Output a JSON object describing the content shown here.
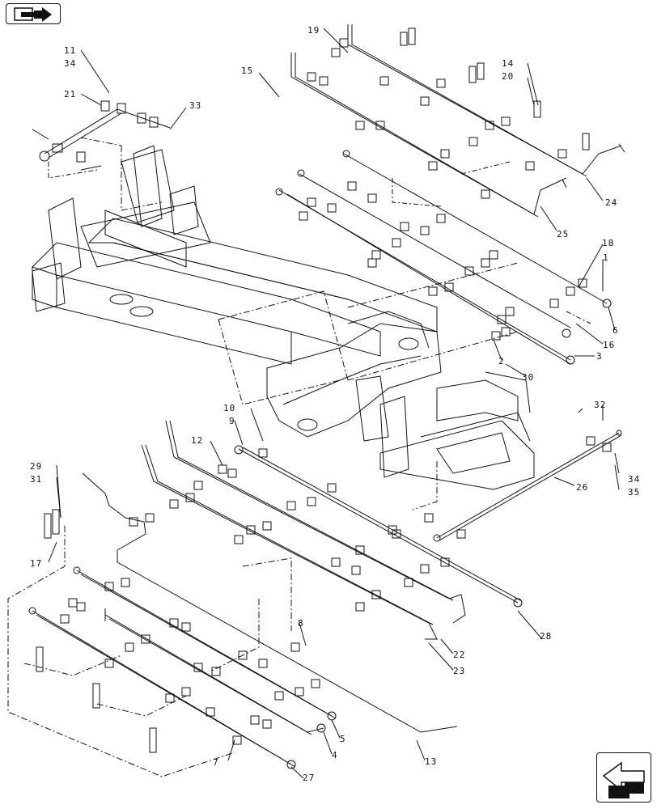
{
  "nav": {
    "back_icon": "arrow-into-box-icon",
    "next_icon": "arrow-out-of-box-icon"
  },
  "callouts": {
    "c1": "1",
    "c2": "2",
    "c3": "3",
    "c4": "4",
    "c5": "5",
    "c6": "6",
    "c7": "7",
    "c8": "8",
    "c9": "9",
    "c10": "10",
    "c11": "11",
    "c12": "12",
    "c13": "13",
    "c14": "14",
    "c15": "15",
    "c16": "16",
    "c17": "17",
    "c18": "18",
    "c19": "19",
    "c20": "20",
    "c21": "21",
    "c22": "22",
    "c23": "23",
    "c24": "24",
    "c25": "25",
    "c26": "26",
    "c27": "27",
    "c28": "28",
    "c29": "29",
    "c30": "30",
    "c31": "31",
    "c32": "32",
    "c33": "33",
    "c34a": "34",
    "c34b": "34",
    "c35": "35"
  },
  "colors": {
    "line": "#111111",
    "frame_fill": "#ffffff"
  }
}
